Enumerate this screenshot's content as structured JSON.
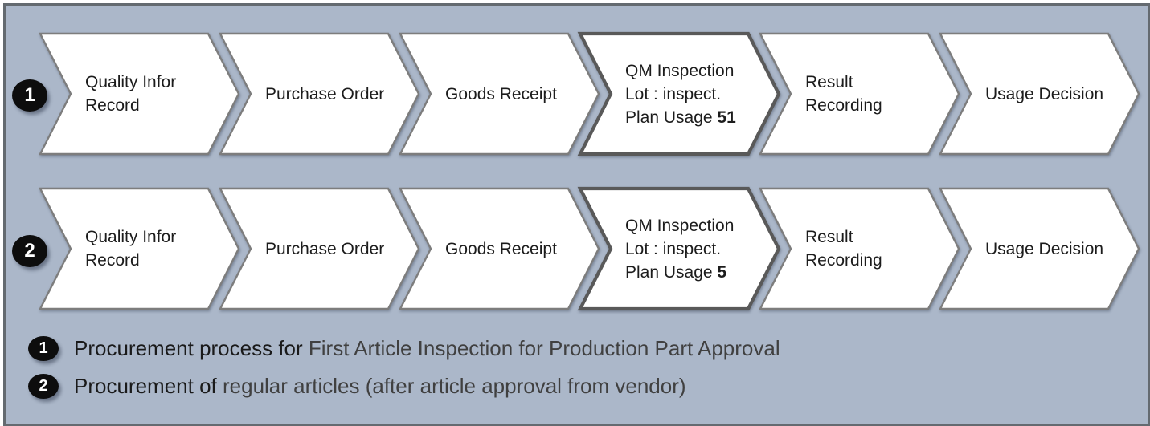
{
  "colors": {
    "background": "#abb7c9",
    "frame_border": "#646a70",
    "chevron_fill": "#ffffff",
    "chevron_border": "#7d7d7d",
    "highlight_border": "#595959",
    "badge_fill": "#0d0d0d",
    "badge_text": "#ffffff",
    "step_text": "#1c1c1c",
    "legend_lead_text": "#1a1a1a",
    "legend_emphasis_text": "#404040"
  },
  "rows": [
    {
      "badge": "1",
      "steps": [
        {
          "lines": [
            "Quality Infor",
            "Record"
          ]
        },
        {
          "label": "Purchase Order"
        },
        {
          "label": "Goods Receipt"
        },
        {
          "lines": [
            "QM Inspection",
            "Lot : inspect."
          ],
          "line3_prefix": "Plan Usage ",
          "line3_bold": "51",
          "highlighted": true
        },
        {
          "lines": [
            "Result",
            "Recording"
          ]
        },
        {
          "label": "Usage Decision"
        }
      ]
    },
    {
      "badge": "2",
      "steps": [
        {
          "lines": [
            "Quality Infor",
            "Record"
          ]
        },
        {
          "label": "Purchase Order"
        },
        {
          "label": "Goods Receipt"
        },
        {
          "lines": [
            "QM Inspection",
            "Lot : inspect."
          ],
          "line3_prefix": "Plan Usage ",
          "line3_bold": "5",
          "highlighted": true
        },
        {
          "lines": [
            "Result",
            "Recording"
          ]
        },
        {
          "label": "Usage Decision"
        }
      ]
    }
  ],
  "legend": {
    "items": [
      {
        "badge": "1",
        "lead": "Procurement process for ",
        "emphasis": "First Article Inspection for Production Part Approval"
      },
      {
        "badge": "2",
        "lead": "Procurement of ",
        "emphasis": "regular articles (after article approval from vendor)"
      }
    ]
  }
}
